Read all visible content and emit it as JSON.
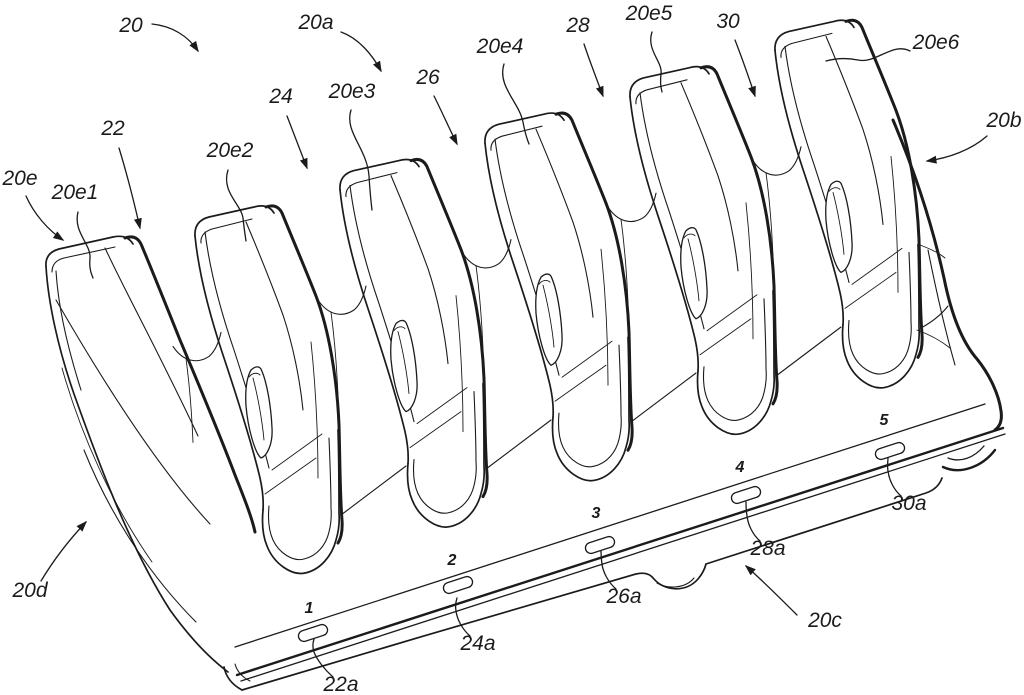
{
  "figure": {
    "title": "Patent-style line drawing of a five-slot docking station",
    "labels": {
      "20": "20",
      "20a": "20a",
      "20b": "20b",
      "20c": "20c",
      "20d": "20d",
      "20e": "20e",
      "20e1": "20e1",
      "20e2": "20e2",
      "20e3": "20e3",
      "20e4": "20e4",
      "20e5": "20e5",
      "20e6": "20e6",
      "22": "22",
      "24": "24",
      "26": "26",
      "28": "28",
      "30": "30",
      "22a": "22a",
      "24a": "24a",
      "26a": "26a",
      "28a": "28a",
      "30a": "30a"
    },
    "slot_numbers": [
      "1",
      "2",
      "3",
      "4",
      "5"
    ],
    "colors": {
      "line": "#1b1b1b",
      "background": "#ffffff"
    }
  }
}
